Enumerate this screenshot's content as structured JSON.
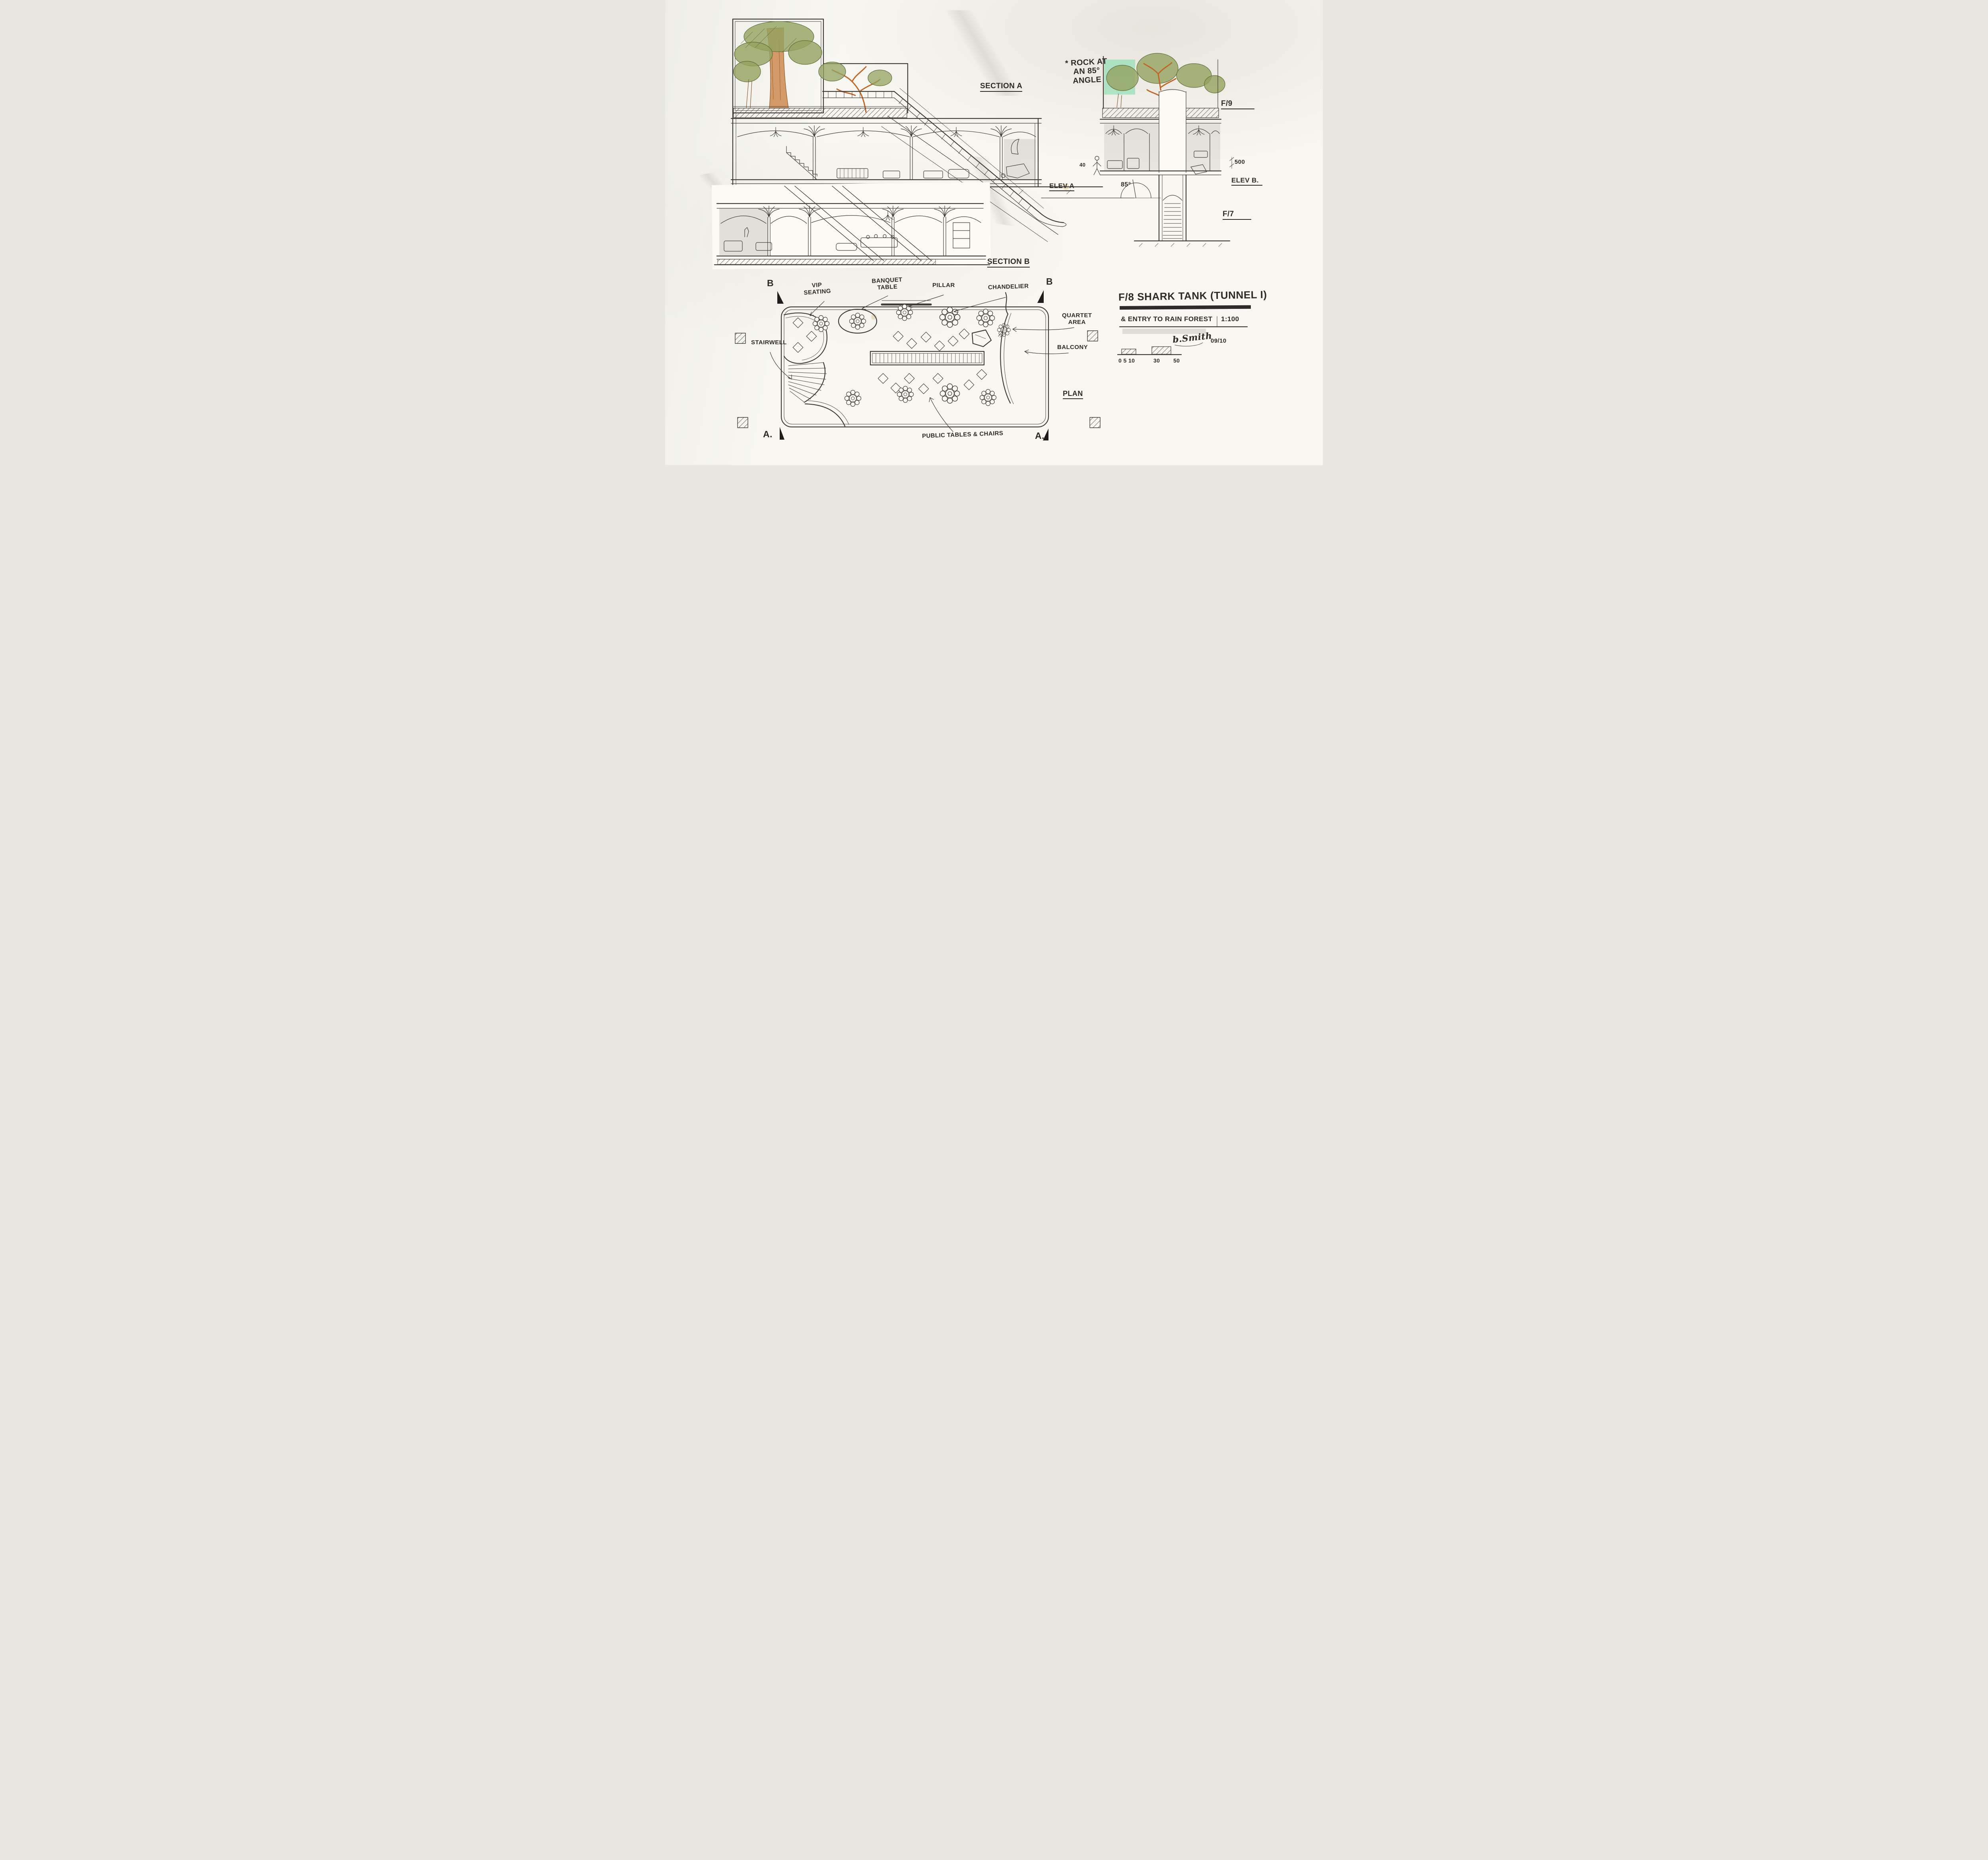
{
  "page": {
    "kind": "hand-drawn architectural concept sheet"
  },
  "title_block": {
    "drawing_title": "F/8 SHARK TANK (TUNNEL I)",
    "subtitle": "& ENTRY TO RAIN FOREST",
    "scale": "1:100",
    "signature": "b.Smith",
    "date": "09/10",
    "scale_bar_labels": {
      "left": "0 5 10",
      "mid": "30",
      "right": "50"
    }
  },
  "view_labels": {
    "section_a": "SECTION A",
    "section_b": "SECTION B",
    "elev_a": "ELEV A",
    "elev_b": "ELEV B.",
    "plan": "PLAN"
  },
  "grid_refs": {
    "f9": "F/9",
    "f7": "F/7"
  },
  "notes": {
    "rock_note": "* ROCK AT\nAN 85°\nANGLE",
    "angle_85": "85°",
    "dim_500": "500",
    "dim_40": "40"
  },
  "section_markers": {
    "b_left": "B",
    "b_right": "B",
    "a_left": "A.",
    "a_right": "A."
  },
  "plan_callouts": {
    "vip_seating": "VIP\nSEATING",
    "banquet_table": "BANQUET\nTABLE",
    "pillar": "PILLAR",
    "chandelier": "CHANDELIER",
    "quartet_area": "QUARTET\nAREA",
    "balcony": "BALCONY",
    "stairwell": "STAIRWELL",
    "public_tables_chairs": "PUBLIC TABLES & CHAIRS"
  },
  "colors": {
    "ink": "#3f3c38",
    "foliage_green": "#8ea05e",
    "trunk_orange": "#c4762f",
    "mint_green": "#7fd9a8",
    "paper": "#f8f7f1"
  }
}
